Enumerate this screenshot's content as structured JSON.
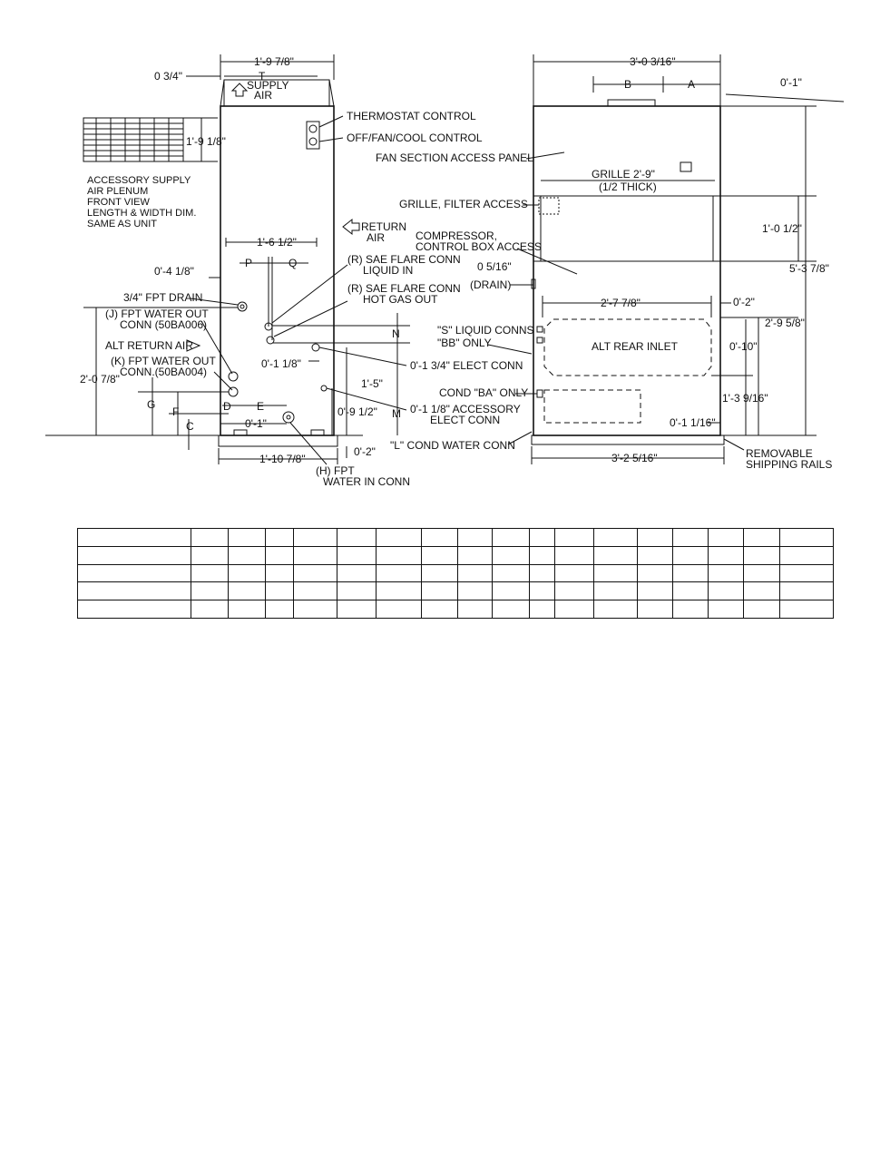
{
  "front_view": {
    "top_width": "1'-9 7/8\"",
    "left_offset": "0 3/4\"",
    "supply_dim": "T",
    "supply_label": [
      "SUPPLY",
      "AIR"
    ],
    "thermostat": "THERMOSTAT CONTROL",
    "off_fan_cool": "OFF/FAN/COOL CONTROL",
    "plenum_height": "1'-9 1/8\"",
    "plenum_note": [
      "ACCESSORY SUPPLY",
      "AIR PLENUM",
      "FRONT VIEW",
      "LENGTH & WIDTH DIM.",
      "SAME AS UNIT"
    ],
    "return_label": [
      "RETURN",
      "AIR"
    ],
    "width_inner": "1'-6 1/2\"",
    "dim_p": "P",
    "dim_q": "Q",
    "side_offset": "0'-4 1/8\"",
    "drain": "3/4\" FPT DRAIN",
    "r_liquid": [
      "(R) SAE FLARE CONN",
      "LIQUID IN"
    ],
    "r_hotgas": [
      "(R) SAE FLARE CONN",
      "HOT GAS OUT"
    ],
    "j_out": [
      "(J) FPT WATER OUT",
      "CONN (50BA006)"
    ],
    "alt_return": "ALT RETURN AIR",
    "k_out": [
      "(K) FPT WATER OUT",
      "CONN.(50BA004)"
    ],
    "height_total": "2'-0 7/8\"",
    "dim_n": "N",
    "dim_m": "M",
    "elect_offset": "0'-1 1/8\"",
    "elect_conn": "0'-1 3/4\"  ELECT CONN",
    "h_15": "1'-5\"",
    "h_095": "0'-9 1/2\"",
    "acc_elect": [
      "0'-1 1/8\"  ACCESSORY",
      "ELECT CONN"
    ],
    "dim_g": "G",
    "dim_f": "F",
    "dim_c": "C",
    "dim_d": "D",
    "dim_e": "E",
    "w_01": "0'-1\"",
    "base_offset": "0'-2\"",
    "base_width": "1'-10 7/8\"",
    "h_water": [
      "(H) FPT",
      "WATER IN CONN"
    ]
  },
  "rear_view": {
    "top_width": "3'-0 3/16\"",
    "dim_b": "B",
    "dim_a": "A",
    "top_offset": "0'-1\"",
    "fan_panel": "FAN SECTION ACCESS PANEL",
    "grille": "GRILLE 2'-9\"",
    "grille_thick": "(1/2 THICK)",
    "grille_filter": "GRILLE, FILTER ACCESS",
    "h_0105": "1'-0 1/2\"",
    "compressor": [
      "COMPRESSOR,",
      "CONTROL BOX ACCESS"
    ],
    "total_height": "5'-3 7/8\"",
    "drain_dim": "0 5/16\"",
    "drain_label": "(DRAIN)",
    "inlet_width": "2'-7 7/8\"",
    "right_offset": "0'-2\"",
    "h_2958": "2'-9 5/8\"",
    "liquid_conns": [
      "\"S\" LIQUID CONNS",
      "\"BB\" ONLY"
    ],
    "alt_rear": "ALT REAR INLET",
    "h_010": "0'-10\"",
    "cond_ba": "COND \"BA\" ONLY",
    "h_13916": "1'-3 9/16\"",
    "h_01116": "0'-1 1/16\"",
    "l_cond": "\"L\" COND WATER CONN",
    "base_width": "3'-2 5/16\"",
    "rails": [
      "REMOVABLE",
      "SHIPPING RAILS"
    ]
  },
  "table": {
    "rows": 5,
    "column_widths": [
      125,
      41,
      41,
      31,
      48,
      43,
      50,
      40,
      38,
      40,
      28,
      43,
      48,
      39,
      39,
      39,
      40,
      59
    ]
  }
}
